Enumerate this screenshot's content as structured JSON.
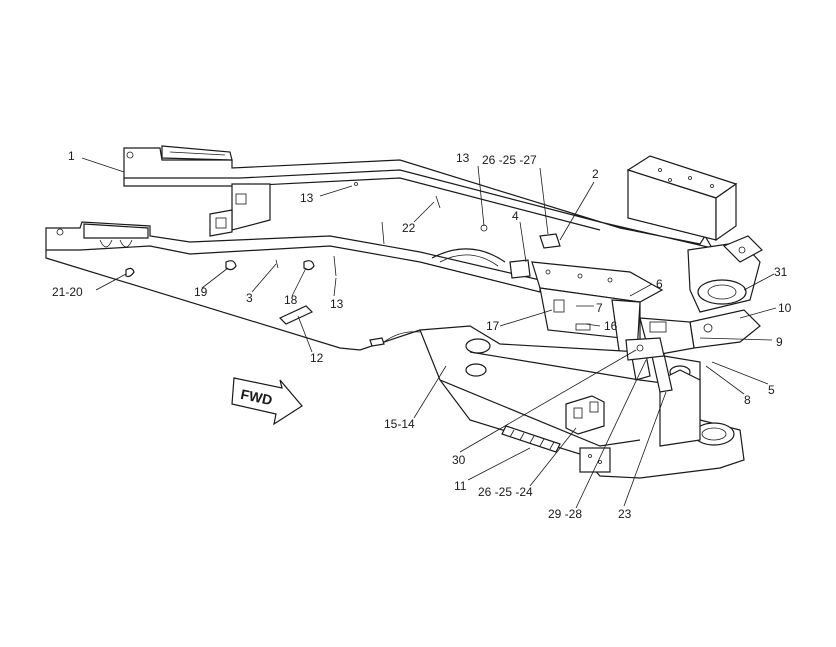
{
  "diagram": {
    "direction_label": "FWD",
    "callouts": [
      {
        "id": "c1",
        "text": "1"
      },
      {
        "id": "c2",
        "text": "2"
      },
      {
        "id": "c3",
        "text": "3"
      },
      {
        "id": "c4",
        "text": "4"
      },
      {
        "id": "c5",
        "text": "5"
      },
      {
        "id": "c6",
        "text": "6"
      },
      {
        "id": "c7",
        "text": "7"
      },
      {
        "id": "c8",
        "text": "8"
      },
      {
        "id": "c9",
        "text": "9"
      },
      {
        "id": "c10",
        "text": "10"
      },
      {
        "id": "c11",
        "text": "11"
      },
      {
        "id": "c12",
        "text": "12"
      },
      {
        "id": "c13a",
        "text": "13"
      },
      {
        "id": "c13b",
        "text": "13"
      },
      {
        "id": "c13c",
        "text": "13"
      },
      {
        "id": "c1514",
        "text": "15-14"
      },
      {
        "id": "c16",
        "text": "16"
      },
      {
        "id": "c17",
        "text": "17"
      },
      {
        "id": "c18",
        "text": "18"
      },
      {
        "id": "c19",
        "text": "19"
      },
      {
        "id": "c2120",
        "text": "21-20"
      },
      {
        "id": "c22",
        "text": "22"
      },
      {
        "id": "c23",
        "text": "23"
      },
      {
        "id": "c262527",
        "text": "26 -25 -27"
      },
      {
        "id": "c262524",
        "text": "26 -25 -24"
      },
      {
        "id": "c2928",
        "text": "29 -28"
      },
      {
        "id": "c30",
        "text": "30"
      },
      {
        "id": "c31",
        "text": "31"
      }
    ]
  }
}
